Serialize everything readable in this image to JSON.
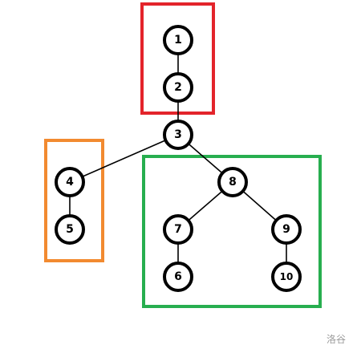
{
  "colors": {
    "group_top": "#e3242b",
    "group_left": "#f28a30",
    "group_right": "#27ae4f",
    "node_stroke": "#000000",
    "edge": "#000000"
  },
  "nodes": [
    {
      "id": "n1",
      "label": "1"
    },
    {
      "id": "n2",
      "label": "2"
    },
    {
      "id": "n3",
      "label": "3"
    },
    {
      "id": "n4",
      "label": "4"
    },
    {
      "id": "n5",
      "label": "5"
    },
    {
      "id": "n6",
      "label": "6"
    },
    {
      "id": "n7",
      "label": "7"
    },
    {
      "id": "n8",
      "label": "8"
    },
    {
      "id": "n9",
      "label": "9"
    },
    {
      "id": "n10",
      "label": "10"
    }
  ],
  "edges": [
    [
      "n1",
      "n2"
    ],
    [
      "n2",
      "n3"
    ],
    [
      "n3",
      "n4"
    ],
    [
      "n4",
      "n5"
    ],
    [
      "n3",
      "n8"
    ],
    [
      "n8",
      "n7"
    ],
    [
      "n8",
      "n9"
    ],
    [
      "n7",
      "n6"
    ],
    [
      "n9",
      "n10"
    ]
  ],
  "groups": [
    {
      "id": "top",
      "members": [
        "n1",
        "n2"
      ]
    },
    {
      "id": "left",
      "members": [
        "n4",
        "n5"
      ]
    },
    {
      "id": "right",
      "members": [
        "n8",
        "n7",
        "n9",
        "n6",
        "n10"
      ]
    }
  ],
  "watermark": "洛谷"
}
